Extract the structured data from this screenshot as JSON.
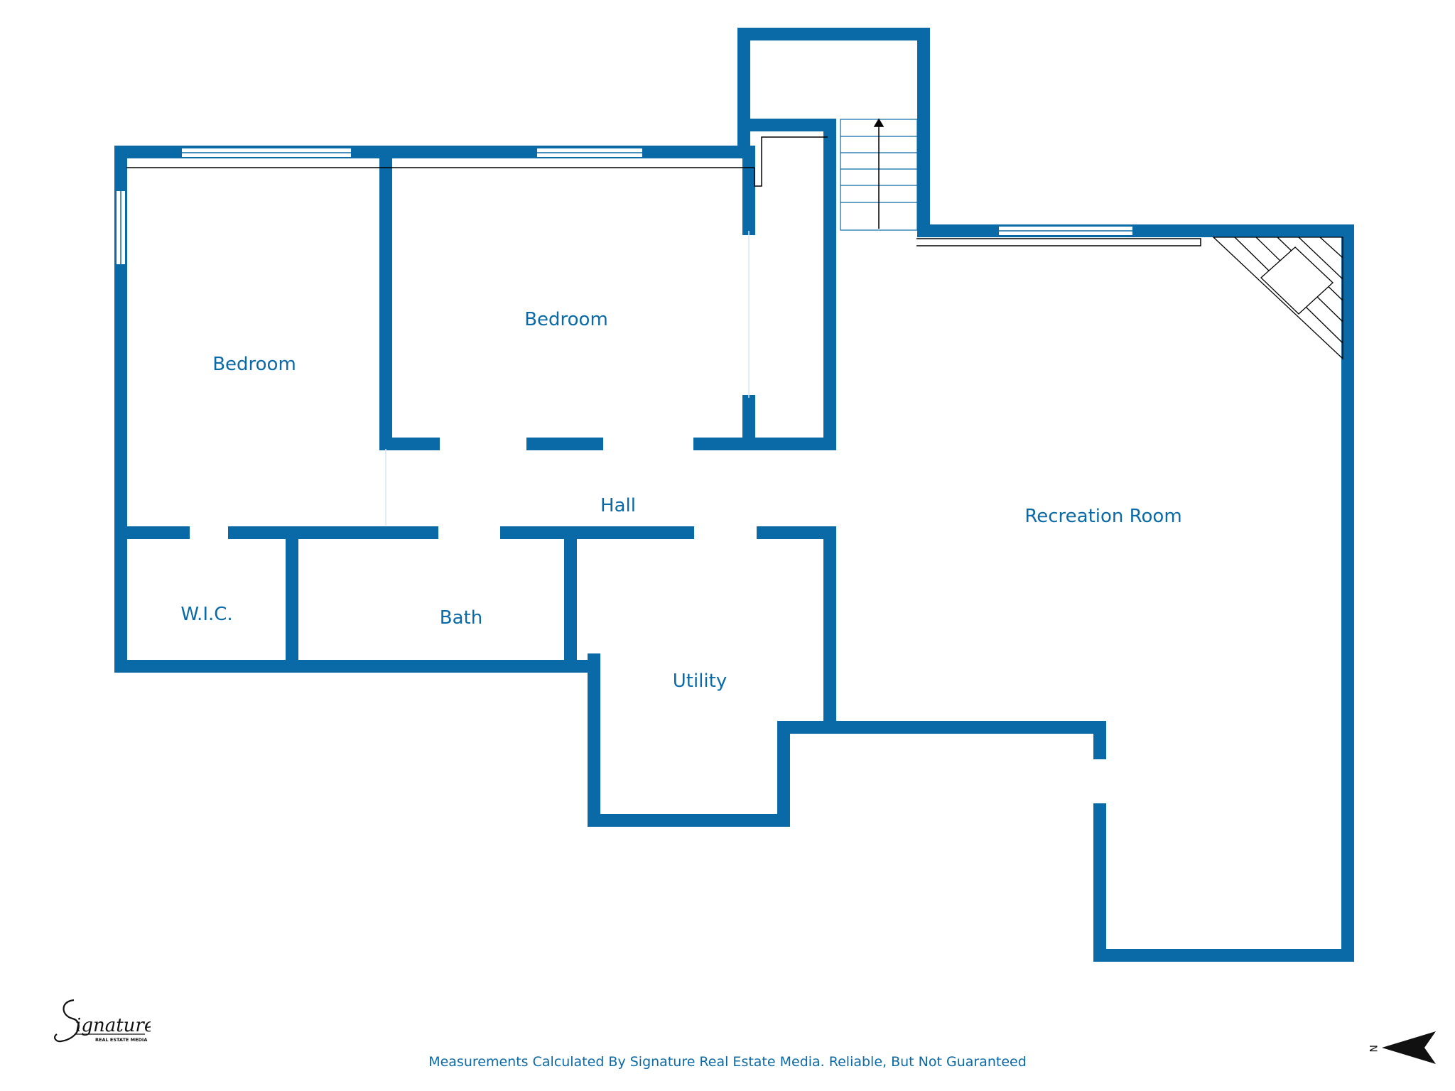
{
  "plan": {
    "wall_color": "#0a6aa8",
    "rooms": [
      {
        "id": "bedroom-west",
        "label": "Bedroom"
      },
      {
        "id": "bedroom-center",
        "label": "Bedroom"
      },
      {
        "id": "hall",
        "label": "Hall"
      },
      {
        "id": "recreation-room",
        "label": "Recreation Room"
      },
      {
        "id": "wic",
        "label": "W.I.C."
      },
      {
        "id": "bath",
        "label": "Bath"
      },
      {
        "id": "utility",
        "label": "Utility"
      }
    ]
  },
  "footer": {
    "disclaimer": "Measurements Calculated By Signature Real Estate Media. Reliable, But Not Guaranteed"
  },
  "logo": {
    "wordmark": "Signature",
    "subtitle": "REAL ESTATE MEDIA"
  },
  "compass": {
    "label": "N",
    "icon": "north-arrow-icon"
  }
}
